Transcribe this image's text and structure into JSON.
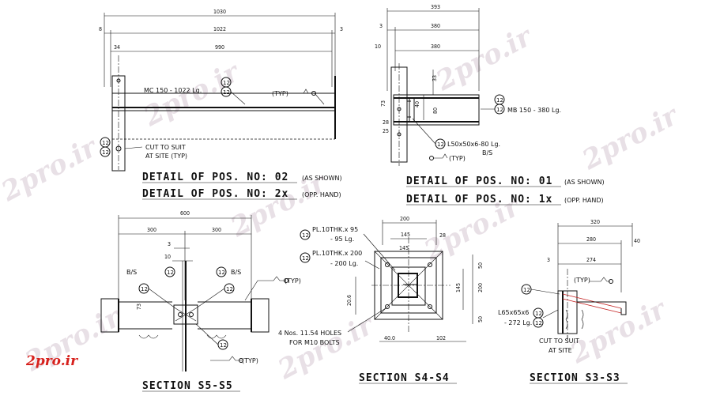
{
  "watermark": "2pro.ir",
  "logo": "2pro.ir",
  "detail_top_left": {
    "dims": [
      "1030",
      "1022",
      "990",
      "8",
      "3",
      "34"
    ],
    "callouts": [
      "12",
      "12",
      "12",
      "12"
    ],
    "member": "MC 150 - 1022 Lg.",
    "typ": "(TYP)",
    "cut_note": [
      "CUT TO SUIT",
      "AT SITE (TYP)"
    ],
    "title1": "DETAIL OF POS. NO: 02",
    "title1_sub": "(AS SHOWN)",
    "title2": "DETAIL OF POS. NO: 2x",
    "title2_sub": "(OPP. HAND)"
  },
  "detail_top_right": {
    "dims": [
      "393",
      "380",
      "380",
      "3",
      "10",
      "33",
      "73",
      "40",
      "80",
      "28",
      "25"
    ],
    "callouts": [
      "12",
      "12",
      "12"
    ],
    "member": "MB 150 - 380 Lg.",
    "angle": "L50x50x6-80 Lg.",
    "bs": "B/S",
    "typ": "(TYP)",
    "title1": "DETAIL OF POS. NO: 01",
    "title1_sub": "(AS SHOWN)",
    "title2": "DETAIL OF POS. NO: 1x",
    "title2_sub": "(OPP. HAND)"
  },
  "section_s5": {
    "dims": [
      "600",
      "300",
      "300",
      "3",
      "10",
      "73"
    ],
    "bs_left": "B/S",
    "bs_right": "B/S",
    "callouts": [
      "12",
      "12",
      "12",
      "12",
      "12"
    ],
    "typ": "(TYP)",
    "typ2": "(TYP)",
    "title": "SECTION S5-S5"
  },
  "section_s4": {
    "dims": [
      "200",
      "145",
      "28",
      "50",
      "145",
      "200",
      "50",
      "20.6",
      "40.0",
      "102"
    ],
    "plate1": "PL.10THK.x 95",
    "plate1b": "- 95 Lg.",
    "plate2": "PL.10THK.x 200",
    "plate2b": "- 200 Lg.",
    "holes1": "4 Nos. 11.54 HOLES",
    "holes2": "FOR M10 BOLTS",
    "callouts": [
      "12",
      "12"
    ],
    "title": "SECTION S4-S4"
  },
  "section_s3": {
    "dims": [
      "320",
      "280",
      "40",
      "3",
      "274"
    ],
    "typ": "(TYP)",
    "angle1": "L65x65x6",
    "angle2": "- 272 Lg.",
    "cut_note": [
      "CUT TO SUIT",
      "AT SITE"
    ],
    "callouts": [
      "12",
      "12",
      "12"
    ],
    "title": "SECTION S3-S3"
  }
}
